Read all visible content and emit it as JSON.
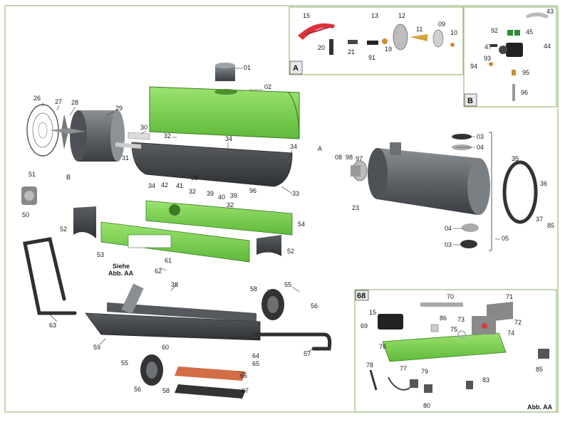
{
  "inset_tags": {
    "a": "A",
    "b": "B",
    "c": "68",
    "d": "Abb. AA"
  },
  "note": {
    "line1": "Siehe",
    "line2": "Abb. AA"
  },
  "parts": {
    "p01": "01",
    "p02": "02",
    "p03a": "03",
    "p04a": "04",
    "p03b": "03",
    "p04b": "04",
    "p05": "05",
    "p09": "09",
    "p10": "10",
    "p11": "11",
    "p12": "12",
    "p13": "13",
    "p15a": "15",
    "p15b": "15",
    "p19": "19",
    "p20": "20",
    "p21": "21",
    "p23": "23",
    "p26": "26",
    "p27": "27",
    "p28": "28",
    "p29": "29",
    "p30": "30",
    "p31": "31",
    "p32a": "32",
    "p32b": "32",
    "p32c": "32",
    "p33": "33",
    "p34a": "34",
    "p34b": "34",
    "p34c": "34",
    "p35": "35",
    "p36": "36",
    "p37": "37",
    "p38a": "38",
    "p38b": "38",
    "p39a": "39",
    "p39b": "39",
    "p40": "40",
    "p41": "41",
    "p42": "42",
    "p43": "43",
    "p44": "44",
    "p45": "45",
    "p47": "47",
    "p50": "50",
    "p51": "51",
    "p52a": "52",
    "p52b": "52",
    "p53": "53",
    "p54": "54",
    "p55a": "55",
    "p55b": "55",
    "p56a": "56",
    "p56b": "56",
    "p57": "57",
    "p58a": "58",
    "p58b": "58",
    "p59": "59",
    "p60": "60",
    "p61": "61",
    "p62": "62",
    "p63": "63",
    "p64": "64",
    "p65": "65",
    "p66": "66",
    "p67": "67",
    "p69": "69",
    "p70": "70",
    "p71": "71",
    "p72": "72",
    "p73": "73",
    "p74": "74",
    "p75": "75",
    "p76": "76",
    "p77": "77",
    "p78": "78",
    "p79": "79",
    "p80": "80",
    "p83": "83",
    "p85a": "85",
    "p85b": "85",
    "p86": "86",
    "p91": "91",
    "p92": "92",
    "p93": "93",
    "p94": "94",
    "p95": "95",
    "p96a": "96",
    "p96b": "96",
    "p97": "97",
    "p98": "98",
    "p08": "08",
    "pA": "A",
    "pB": "B"
  },
  "colors": {
    "green": "#7ed957",
    "green_dark": "#4f9a30",
    "grey": "#6e7378",
    "grey_dark": "#3e4246",
    "frame": "#9dbb7c"
  }
}
